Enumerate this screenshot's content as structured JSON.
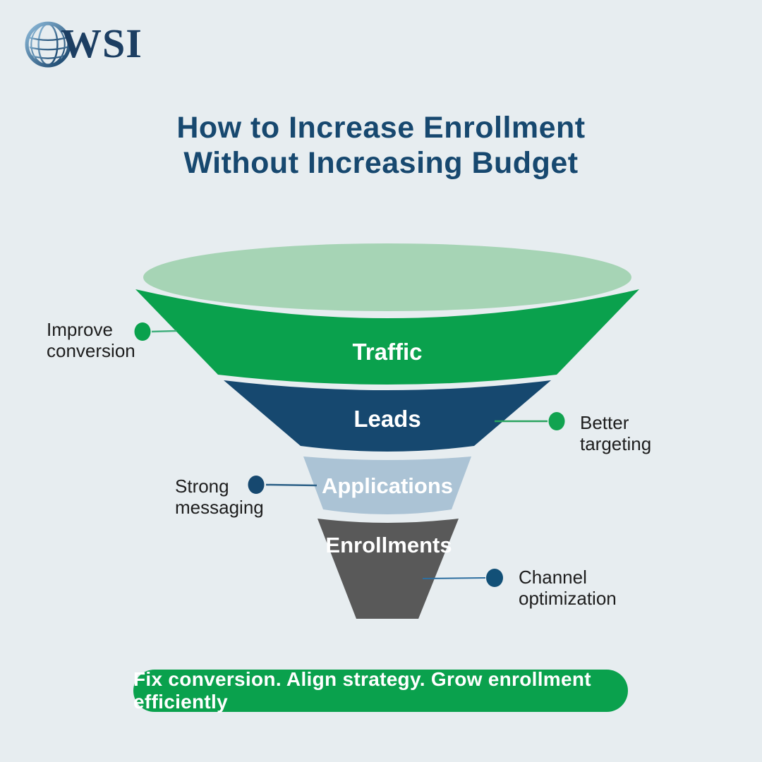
{
  "background_color": "#e7edf0",
  "logo": {
    "brand": "WSI",
    "icon": "globe-icon",
    "brand_color": "#1c3e62"
  },
  "title": {
    "line1": "How to Increase Enrollment",
    "line2": "Without Increasing Budget",
    "color": "#17486f"
  },
  "funnel": {
    "mouth_color": "#a6d4b5",
    "stages": [
      {
        "label": "Traffic",
        "color": "#0aa14d",
        "label_color": "#ffffff"
      },
      {
        "label": "Leads",
        "color": "#16486f",
        "label_color": "#ffffff"
      },
      {
        "label": "Applications",
        "color": "#abc3d5",
        "label_color": "#ffffff"
      },
      {
        "label": "Enrollments",
        "color": "#595959",
        "label_color": "#ffffff"
      }
    ]
  },
  "annotations": [
    {
      "line1": "Improve",
      "line2": "conversion",
      "side": "left",
      "dot_color": "#0aa14d",
      "line_color": "#43b07e"
    },
    {
      "line1": "Better",
      "line2": "targeting",
      "side": "right",
      "dot_color": "#12a350",
      "line_color": "#2aa45f"
    },
    {
      "line1": "Strong",
      "line2": "messaging",
      "side": "left",
      "dot_color": "#16486f",
      "line_color": "#2c6087"
    },
    {
      "line1": "Channel",
      "line2": "optimization",
      "side": "right",
      "dot_color": "#125077",
      "line_color": "#2e6fa0"
    }
  ],
  "banner": {
    "text": "Fix conversion. Align strategy. Grow enrollment efficiently",
    "bg_color": "#0aa14d",
    "text_color": "#ffffff"
  }
}
